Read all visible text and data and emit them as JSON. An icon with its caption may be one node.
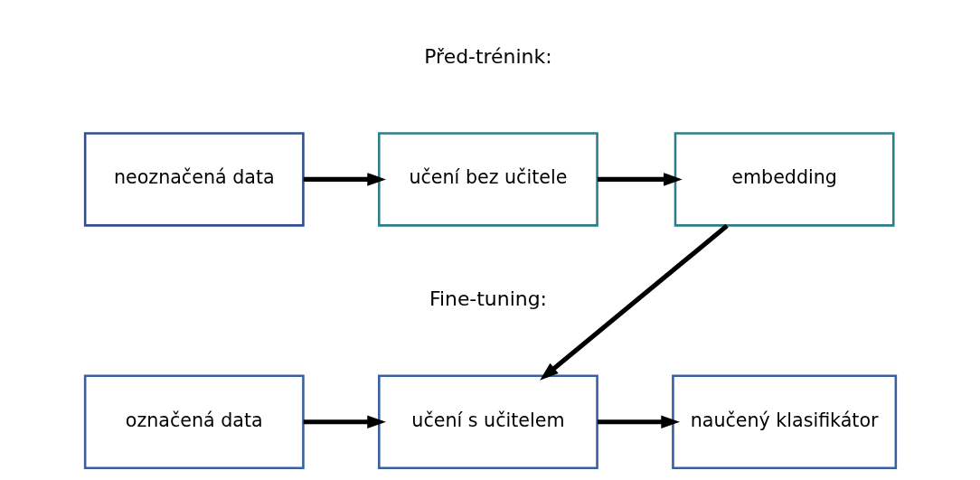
{
  "diagram": {
    "nodes": [
      {
        "text": [
          "neoznačená data"
        ]
      },
      {
        "text": [
          "učení bez učitele"
        ]
      },
      {
        "text": [
          "embedding"
        ]
      },
      {
        "text": [
          "označená data"
        ]
      },
      {
        "text": [
          "učení s učitelem"
        ]
      },
      {
        "text": [
          "naučený klasifikátor"
        ]
      }
    ],
    "edges": [
      {
        "from": 0,
        "to": 1,
        "arrow": "to"
      },
      {
        "from": 1,
        "to": 2,
        "arrow": "to"
      },
      {
        "from": 2,
        "to": 4,
        "arrow": "to"
      },
      {
        "from": 3,
        "to": 4,
        "arrow": "to"
      },
      {
        "from": 4,
        "to": 5,
        "arrow": "to"
      }
    ],
    "labels": [
      "Před-trénink:",
      "Fine-tuning:"
    ]
  }
}
